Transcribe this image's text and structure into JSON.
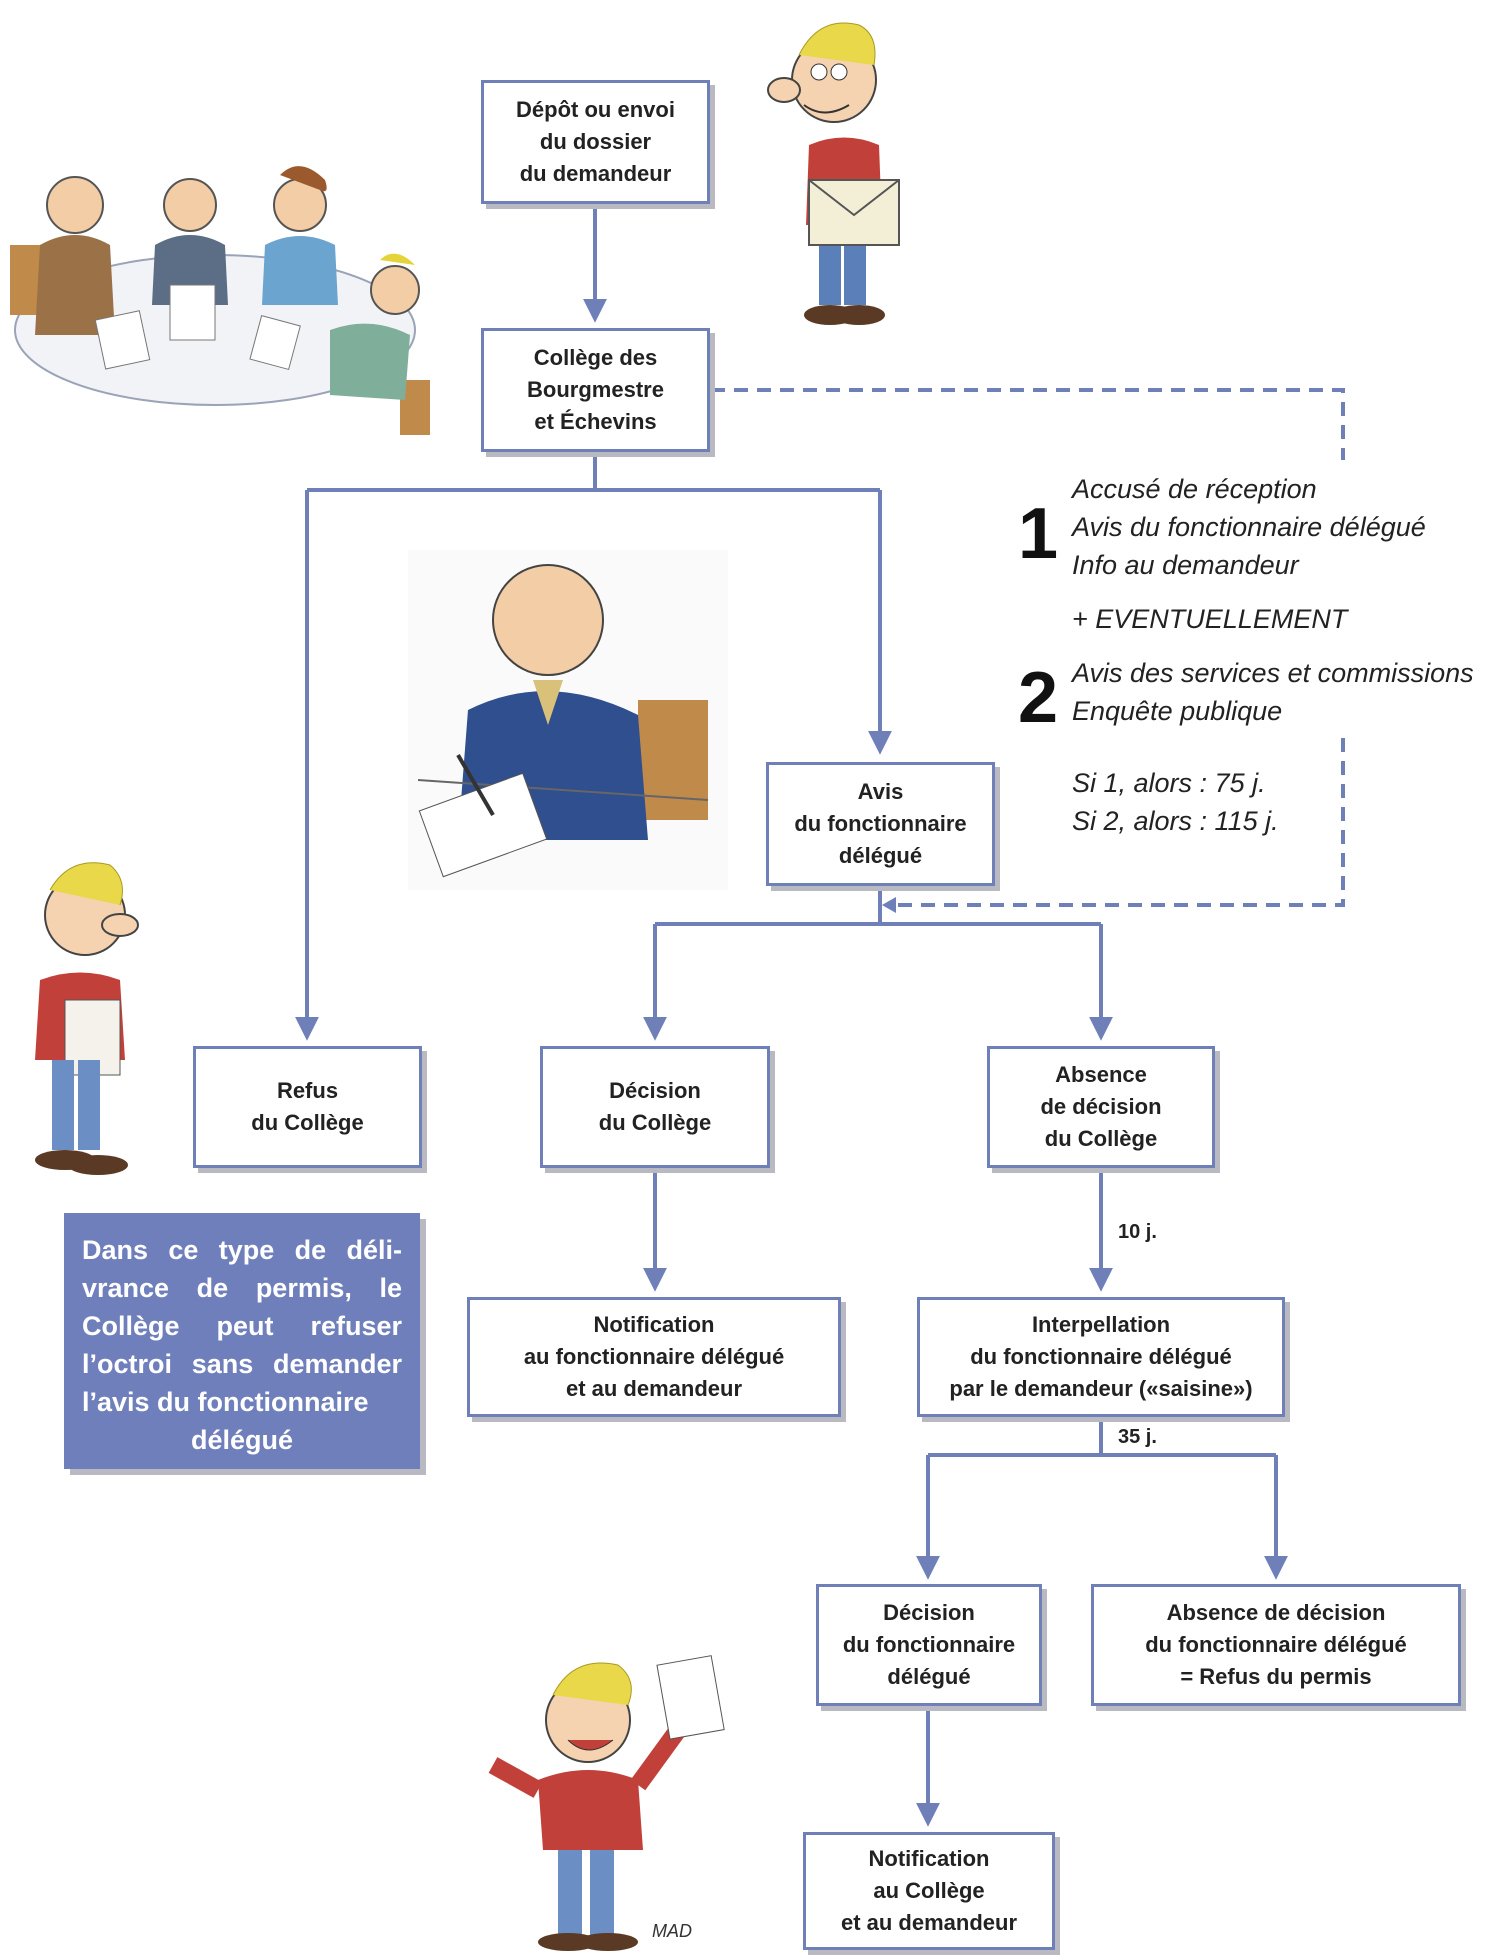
{
  "boxes": {
    "depot": [
      "Dépôt ou envoi",
      "du dossier",
      "du demandeur"
    ],
    "college": [
      "Collège des",
      "Bourgmestre",
      "et Échevins"
    ],
    "avis_fd": [
      "Avis",
      "du fonctionnaire",
      "délégué"
    ],
    "refus": [
      "Refus",
      "du Collège"
    ],
    "decision_college": [
      "Décision",
      "du Collège"
    ],
    "absence_college": [
      "Absence",
      "de décision",
      "du Collège"
    ],
    "notif_fd": [
      "Notification",
      "au fonctionnaire délégué",
      "et au demandeur"
    ],
    "interpellation": [
      "Interpellation",
      "du fonctionnaire délégué",
      "par le demandeur («saisine»)"
    ],
    "decision_fd": [
      "Décision",
      "du fonctionnaire",
      "délégué"
    ],
    "absence_fd": [
      "Absence de décision",
      "du fonctionnaire délégué",
      "= Refus du permis"
    ],
    "notif_college": [
      "Notification",
      "au Collège",
      "et au demandeur"
    ]
  },
  "side": {
    "num1": "1",
    "list1": [
      "Accusé de réception",
      "Avis du fonctionnaire délégué",
      "Info au demandeur"
    ],
    "eventuellement": "+ EVENTUELLEMENT",
    "num2": "2",
    "list2": [
      "Avis des services et commissions",
      "Enquête publique"
    ],
    "si1": "Si 1, alors : 75 j.",
    "si2": "Si 2, alors : 115 j."
  },
  "delays": {
    "d10": "10 j.",
    "d35": "35 j."
  },
  "note": {
    "text": "Dans ce type de déli- vrance de permis, le Collège peut refuser l’octroi sans demander l’avis du fonctionnaire",
    "last": "délégué"
  },
  "signature": "MAD",
  "colors": {
    "line": "#6f7fb8",
    "note_bg": "#6f7fbb"
  }
}
